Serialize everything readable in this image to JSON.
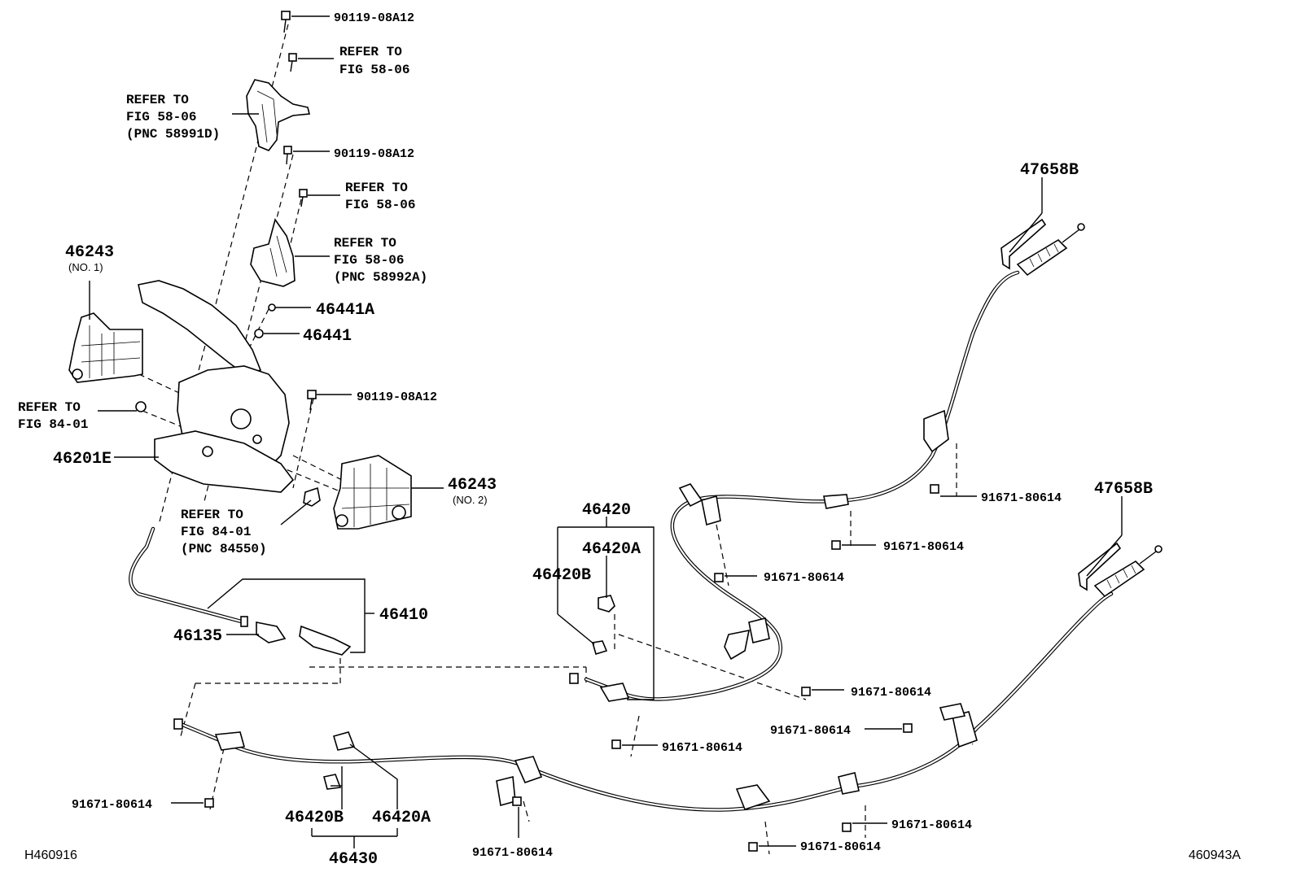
{
  "diagram": {
    "corner_left": "H460916",
    "corner_right": "460943A",
    "labels": {
      "bolt_top": "90119-08A12",
      "refer_top_right_1": "REFER TO",
      "refer_top_right_2": "FIG 58-06",
      "refer_left_1": "REFER TO",
      "refer_left_2": "FIG 58-06",
      "refer_left_3": "(PNC 58991D)",
      "bolt_mid": "90119-08A12",
      "refer_mid_1": "REFER TO",
      "refer_mid_2": "FIG 58-06",
      "refer_br_1": "REFER TO",
      "refer_br_2": "FIG 58-06",
      "refer_br_3": "(PNC 58992A)",
      "p46441A": "46441A",
      "p46441": "46441",
      "bolt_lower": "90119-08A12",
      "p46243_1": "46243",
      "p46243_1_sub": "(NO. 1)",
      "refer_84_1": "REFER TO",
      "refer_84_2": "FIG 84-01",
      "p46201E": "46201E",
      "p46243_2": "46243",
      "p46243_2_sub": "(NO. 2)",
      "refer_84b_1": "REFER TO",
      "refer_84b_2": "FIG 84-01",
      "refer_84b_3": "(PNC 84550)",
      "p46410": "46410",
      "p46135": "46135",
      "p46420": "46420",
      "p46420A_top": "46420A",
      "p46420B_top": "46420B",
      "p47658B_top": "47658B",
      "p47658B_bot": "47658B",
      "c91671_a": "91671-80614",
      "c91671_b": "91671-80614",
      "c91671_c": "91671-80614",
      "c91671_d": "91671-80614",
      "c91671_e": "91671-80614",
      "c91671_f": "91671-80614",
      "c91671_g": "91671-80614",
      "c91671_h": "91671-80614",
      "c91671_i": "91671-80614",
      "c91671_j": "91671-80614",
      "p46420B_bot": "46420B",
      "p46420A_bot": "46420A",
      "p46430": "46430"
    }
  }
}
